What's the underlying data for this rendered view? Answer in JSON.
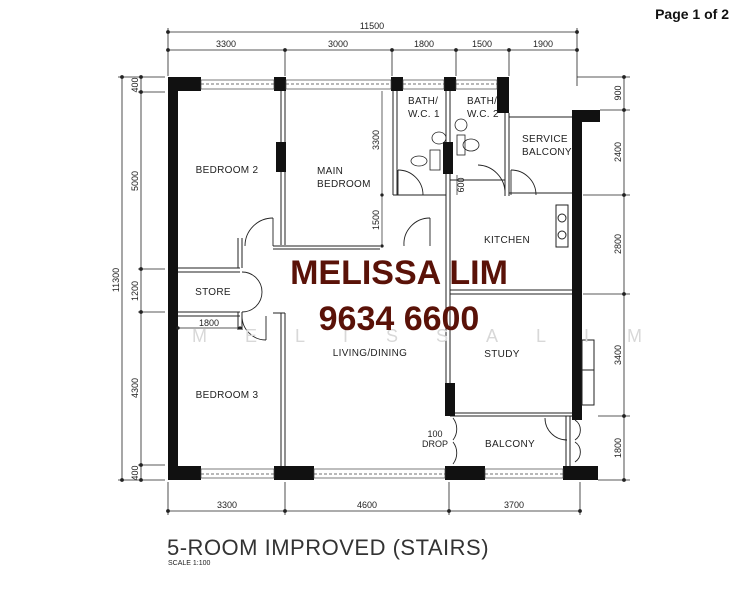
{
  "page": {
    "indicator": "Page 1 of 2"
  },
  "plan": {
    "title": "5-ROOM IMPROVED (STAIRS)",
    "scale": "SCALE 1:100",
    "top_dimensions": {
      "overall": "11500",
      "segments": [
        "3300",
        "3000",
        "1800",
        "1500",
        "1900"
      ]
    },
    "bottom_dimensions": {
      "segments": [
        "3300",
        "4600",
        "3700"
      ]
    },
    "left_dimensions": {
      "overall": "11300",
      "segments": [
        "400",
        "5000",
        "1200",
        "4300",
        "400"
      ]
    },
    "right_dimensions": {
      "segments": [
        "900",
        "2400",
        "2800",
        "3400",
        "1800"
      ]
    },
    "interior_dimensions": {
      "main_bedroom_v1": "3300",
      "main_bedroom_v2": "1500",
      "bath_gap": "600",
      "store_width": "1800",
      "drop_value": "100",
      "drop_label": "DROP"
    },
    "rooms": {
      "bedroom2": "BEDROOM 2",
      "main_bedroom_line1": "MAIN",
      "main_bedroom_line2": "BEDROOM",
      "bath1_line1": "BATH/",
      "bath1_line2": "W.C. 1",
      "bath2_line1": "BATH/",
      "bath2_line2": "W.C. 2",
      "service_balcony_line1": "SERVICE",
      "service_balcony_line2": "BALCONY",
      "kitchen": "KITCHEN",
      "store": "STORE",
      "living_dining": "LIVING/DINING",
      "study": "STUDY",
      "bedroom3": "BEDROOM 3",
      "balcony": "BALCONY"
    }
  },
  "watermark": {
    "name": "MELISSA LIM",
    "phone": "9634 6600",
    "faint_text": "MELISSALIM",
    "color": "#5a1208"
  }
}
